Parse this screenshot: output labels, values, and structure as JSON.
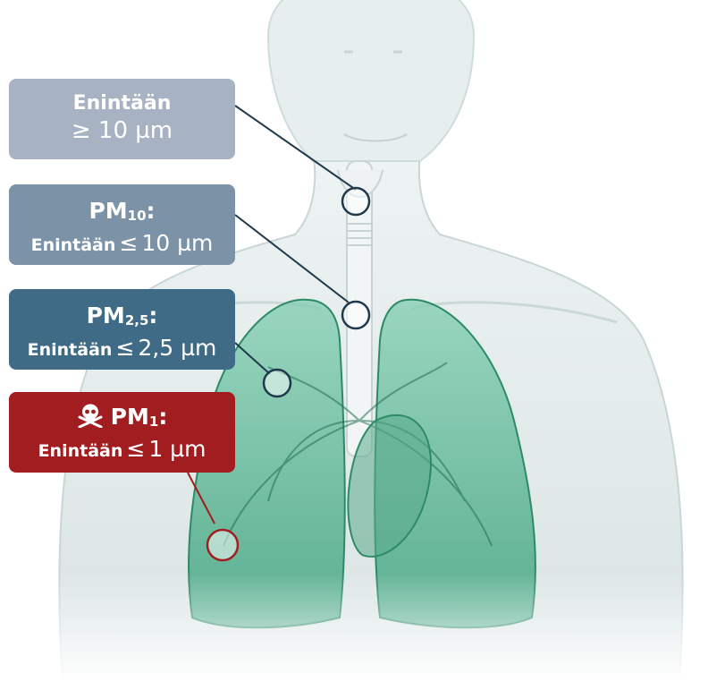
{
  "labels": [
    {
      "id": "coarse",
      "line1": "Enintään",
      "line2": "≥ 10 µm",
      "color": "#a7b3c2"
    },
    {
      "id": "pm10",
      "pm": "PM",
      "sub": "10",
      "colon": ":",
      "limit_word": "Enintään",
      "limit_symbol": "≤",
      "limit_value": "10 µm",
      "color": "#7b92a7"
    },
    {
      "id": "pm25",
      "pm": "PM",
      "sub": "2,5",
      "colon": ":",
      "limit_word": "Enintään",
      "limit_symbol": "≤",
      "limit_value": "2,5 µm",
      "color": "#3f6b86"
    },
    {
      "id": "pm1",
      "pm": "PM",
      "sub": "1",
      "colon": ":",
      "limit_word": "Enintään",
      "limit_symbol": "≤",
      "limit_value": "1 µm",
      "color": "#a11d1f",
      "icon": "skull-crossbones-icon"
    }
  ],
  "colors": {
    "lung": "#3fae85",
    "connector": "#1f3a4c",
    "connector_pm1": "#a11d1f",
    "body": "#dfe8e8"
  }
}
